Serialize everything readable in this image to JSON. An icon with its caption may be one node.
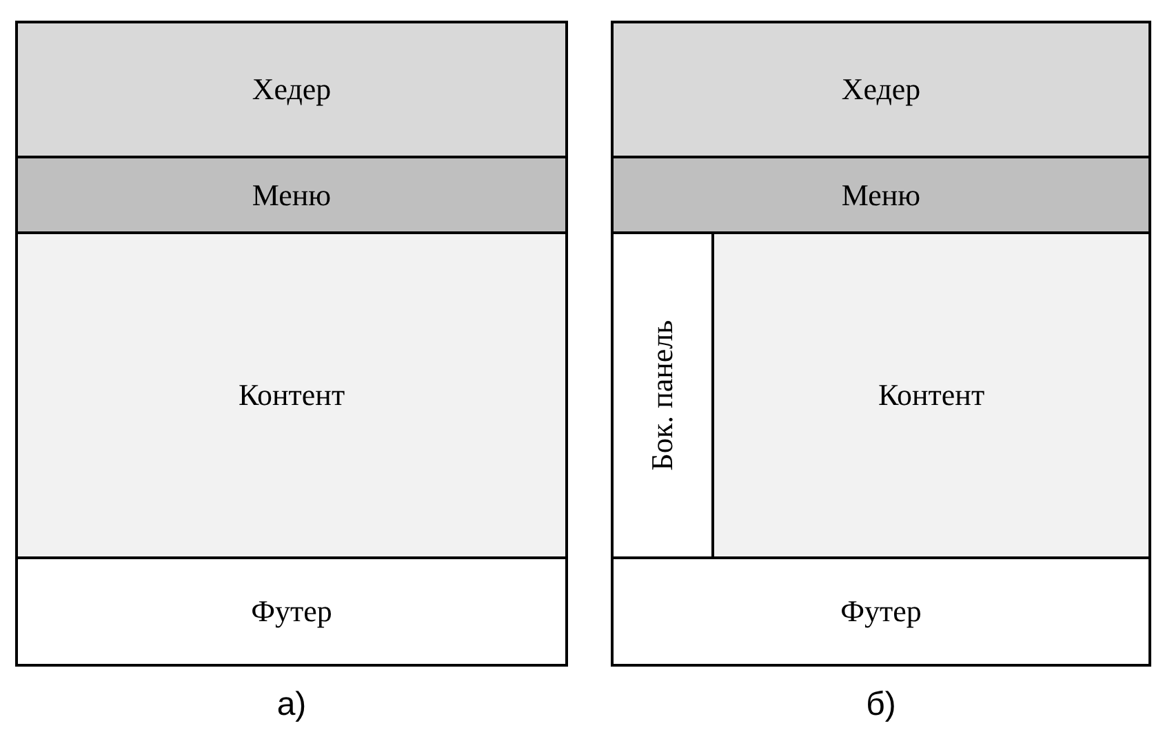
{
  "diagram": {
    "nodes": [
      {
        "text": [],
        "shape": "box",
        "beside": [
          "а)"
        ]
      },
      {
        "text": [
          "Хедер"
        ],
        "in": 0
      },
      {
        "text": [
          "Меню"
        ],
        "in": 0
      },
      {
        "text": [
          "Контент"
        ],
        "in": 0
      },
      {
        "text": [
          "Футер"
        ],
        "in": 0
      },
      {
        "text": [],
        "shape": "box",
        "beside": [
          "б)"
        ]
      },
      {
        "text": [
          "Хедер"
        ],
        "in": 5
      },
      {
        "text": [
          "Меню"
        ],
        "in": 5
      },
      {
        "text": [
          "Бок. панель"
        ],
        "in": 5
      },
      {
        "text": [
          "Контент"
        ],
        "in": 5
      },
      {
        "text": [
          "Футер"
        ],
        "in": 5
      }
    ]
  }
}
